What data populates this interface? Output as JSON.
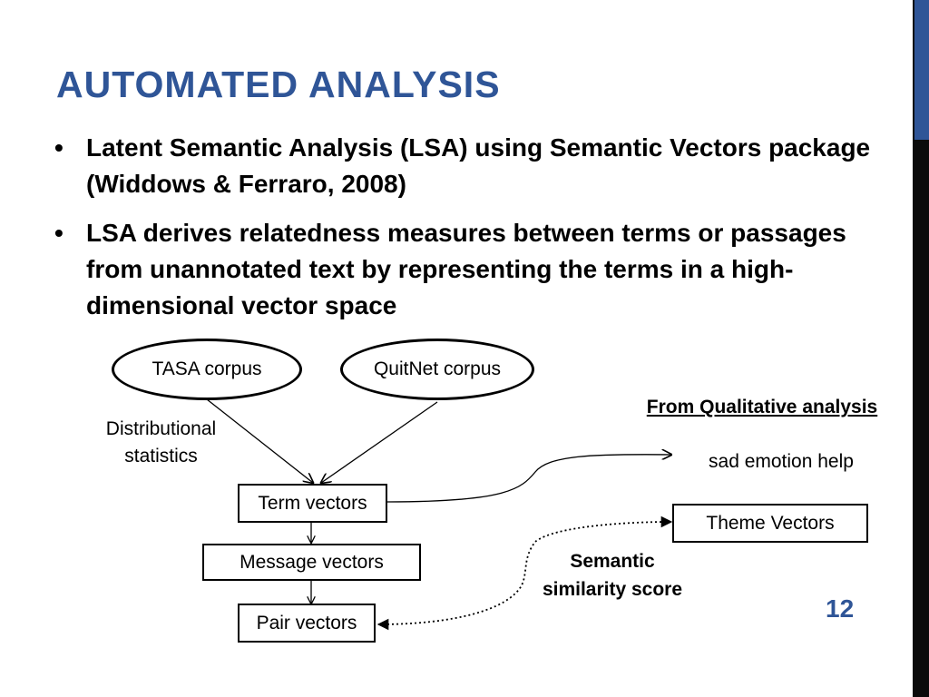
{
  "slide": {
    "title": "Automated Analysis",
    "bullet_symbol": "•",
    "bullets": [
      "Latent Semantic Analysis (LSA) using Semantic Vectors package (Widdows & Ferraro, 2008)",
      "LSA derives relatedness measures between terms or passages from unannotated text by representing the terms in a high-dimensional vector space"
    ],
    "page_number": "12",
    "accent_color": "#2f5597"
  },
  "diagram": {
    "nodes": {
      "tasa_corpus": "TASA corpus",
      "quitnet_corpus": "QuitNet corpus",
      "term_vectors": "Term vectors",
      "message_vectors": "Message vectors",
      "pair_vectors": "Pair vectors",
      "theme_vectors": "Theme Vectors"
    },
    "labels": {
      "distributional_line1": "Distributional",
      "distributional_line2": "statistics",
      "from_qualitative": "From Qualitative analysis",
      "sad_emotion": "sad emotion help",
      "semantic_line1": "Semantic",
      "semantic_line2": "similarity score"
    }
  }
}
